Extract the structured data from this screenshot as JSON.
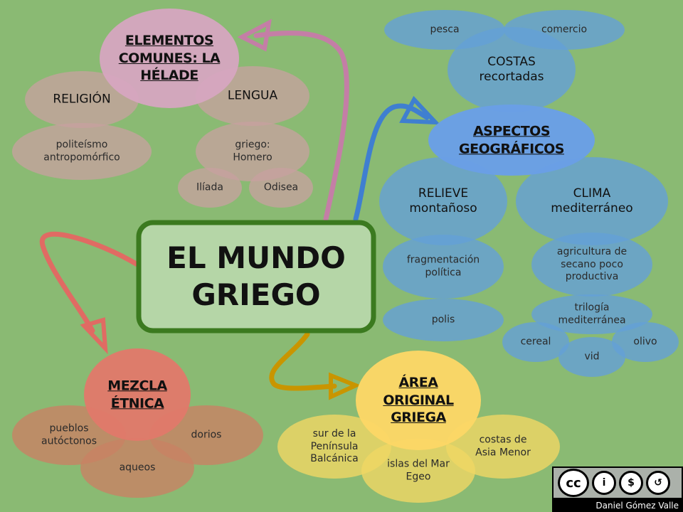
{
  "central": {
    "title": "EL MUNDO\nGRIEGO"
  },
  "nodes": {
    "elementos": "ELEMENTOS\nCOMUNES: LA\nHÉLADE",
    "religion": "RELIGIÓN",
    "politeismo": "politeísmo\nantropomórfico",
    "lengua": "LENGUA",
    "griego": "griego:\nHomero",
    "iliada": "Ilíada",
    "odisea": "Odisea",
    "pesca": "pesca",
    "comercio": "comercio",
    "costas": "COSTAS\nrecortadas",
    "aspectos": "ASPECTOS\nGEOGRÁFICOS",
    "relieve": "RELIEVE\nmontañoso",
    "clima": "CLIMA\nmediterráneo",
    "fragmentacion": "fragmentación\npolítica",
    "polis": "polis",
    "agricultura": "agricultura de\nsecano poco\nproductiva",
    "trilogia": "trilogía\nmediterránea",
    "cereal": "cereal",
    "vid": "vid",
    "olivo": "olivo",
    "mezcla": "MEZCLA\nÉTNICA",
    "pueblos": "pueblos\nautóctonos",
    "dorios": "dorios",
    "aqueos": "aqueos",
    "area": "ÁREA\nORIGINAL\nGRIEGA",
    "sur": "sur de la\nPenínsula\nBalcánica",
    "asia": "costas de\nAsia Menor",
    "islas": "islas del Mar\nEgeo"
  },
  "license": {
    "badge": "cc",
    "icons": [
      "cc-icon",
      "by-icon",
      "nc-icon",
      "sa-icon"
    ],
    "author": "Daniel Gómez Valle"
  },
  "colors": {
    "background": "#8aba73",
    "pink": "#d6a5c0",
    "blue": "#6a9fe6",
    "red": "#e07a6a",
    "yellow": "#fcd766",
    "central_border": "#3b7a1f"
  }
}
